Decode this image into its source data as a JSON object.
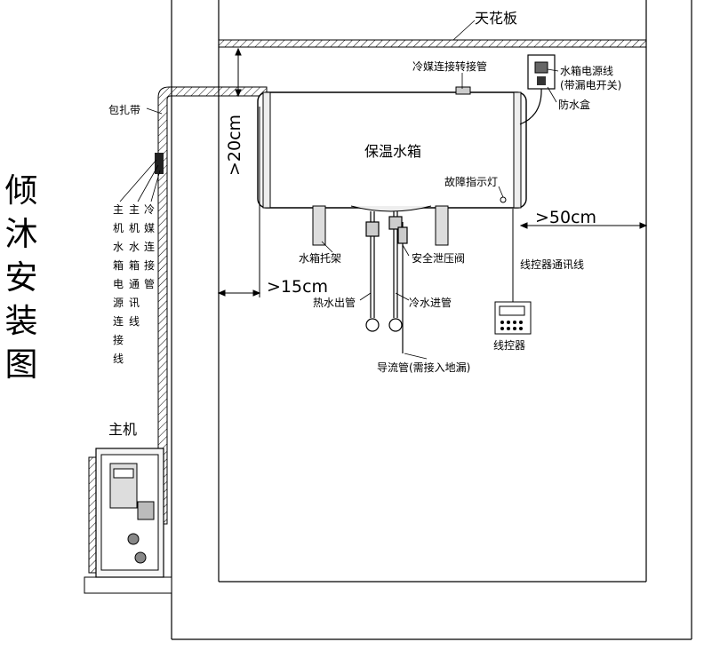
{
  "title": [
    "倾",
    "沐",
    "安",
    "装",
    "图"
  ],
  "labels": {
    "ceiling": "天花板",
    "refrigerant_adapter": "冷媒连接转接管",
    "power_line": "水箱电源线",
    "power_line_sub": "(带漏电开关)",
    "waterproof_box": "防水盒",
    "tank": "保温水箱",
    "fault_light": "故障指示灯",
    "bracket": "水箱托架",
    "safety_valve": "安全泄压阀",
    "controller_line": "线控器通讯线",
    "hot_outlet": "热水出管",
    "cold_inlet": "冷水进管",
    "controller": "线控器",
    "drain": "导流管(需接入地漏)",
    "wrap_tape": "包扎带",
    "main_unit": "主机"
  },
  "dimensions": {
    "top_gap": ">20cm",
    "side_gap": ">15cm",
    "right_gap": ">50cm"
  },
  "pipe_columns": [
    [
      "主",
      "机",
      "水",
      "箱",
      "电",
      "源",
      "连",
      "接",
      "线"
    ],
    [
      "主",
      "机",
      "水",
      "箱",
      "通",
      "讯",
      "线"
    ],
    [
      "冷",
      "媒",
      "连",
      "接",
      "管"
    ]
  ]
}
